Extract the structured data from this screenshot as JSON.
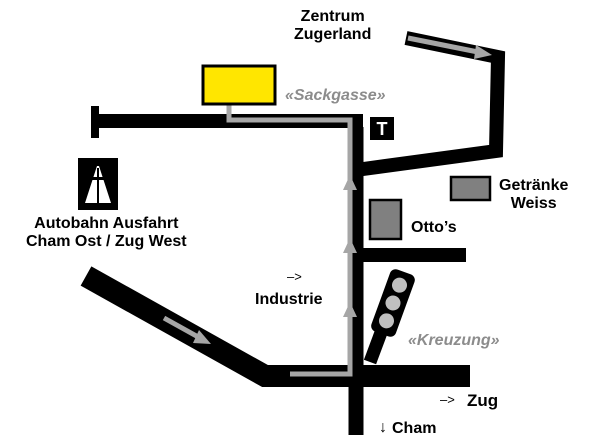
{
  "colors": {
    "road": "#000000",
    "route": "#a6a6a6",
    "destination": "#ffe600",
    "building": "#808080",
    "annotation": "#8c8c8c"
  },
  "labels": {
    "zentrum_line1": "Zentrum",
    "zentrum_line2": "Zugerland",
    "sackgasse": "«Sackgasse»",
    "autobahn_line1": "Autobahn Ausfahrt",
    "autobahn_line2": "Cham Ost / Zug West",
    "getraenke_line1": "Getränke",
    "getraenke_line2": "Weiss",
    "ottos": "Otto’s",
    "industrie_arrow": "–>",
    "industrie": "Industrie",
    "kreuzung": "«Kreuzung»",
    "zug_arrow": "–>",
    "zug": "Zug",
    "cham_arrow": "↓",
    "cham": "Cham"
  },
  "icons": {
    "motorway": "motorway-sign-icon",
    "taxi": "taxi-sign-icon",
    "traffic_light": "traffic-light-icon"
  },
  "taxi_sign_letter": "T"
}
